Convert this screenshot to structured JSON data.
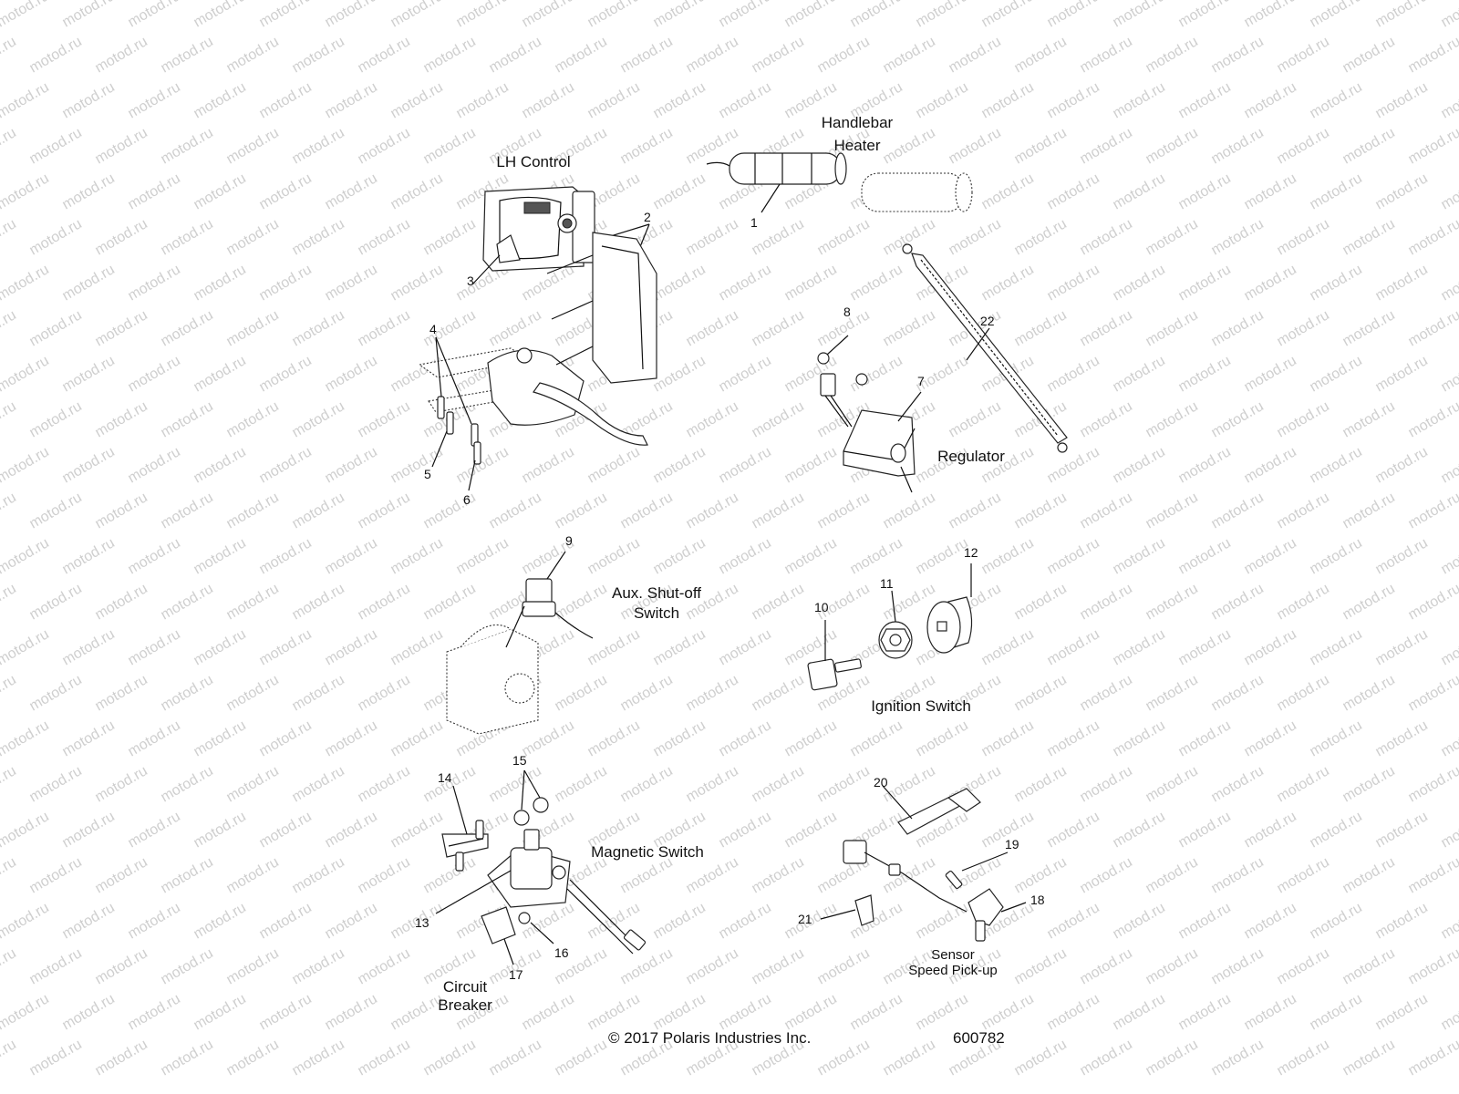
{
  "watermark": "motod.ru",
  "section_titles": {
    "lh_control": "LH Control",
    "handlebar_heater": [
      "Handlebar",
      "Heater"
    ],
    "regulator": "Regulator",
    "aux_shutoff": [
      "Aux. Shut-off",
      "Switch"
    ],
    "ignition_switch": "Ignition Switch",
    "magnetic_switch": "Magnetic Switch",
    "circuit_breaker": [
      "Circuit",
      "Breaker"
    ],
    "sensor": [
      "Sensor",
      "Speed Pick-up"
    ]
  },
  "callouts": [
    "1",
    "2",
    "3",
    "4",
    "5",
    "6",
    "7",
    "8",
    "9",
    "10",
    "11",
    "12",
    "13",
    "14",
    "15",
    "16",
    "17",
    "18",
    "19",
    "20",
    "21",
    "22"
  ],
  "footer": {
    "copyright": "© 2017 Polaris Industries Inc.",
    "diagram_number": "600782"
  }
}
